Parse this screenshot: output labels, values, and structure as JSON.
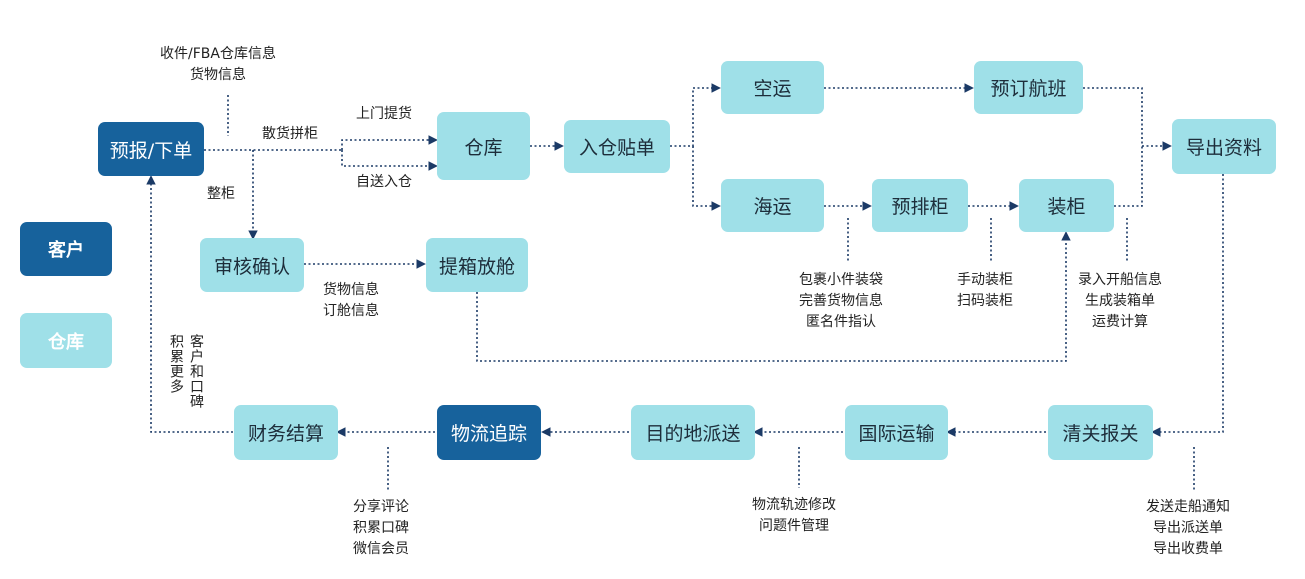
{
  "legend": {
    "customer": "客户",
    "warehouse": "仓库"
  },
  "nodes": {
    "forecast": "预报/下单",
    "warehouse": "仓库",
    "inbound_label": "入仓贴单",
    "air": "空运",
    "book_flight": "预订航班",
    "export_docs": "导出资料",
    "sea": "海运",
    "pre_container": "预排柜",
    "load_container": "装柜",
    "review_confirm": "审核确认",
    "pickup_booking": "提箱放舱",
    "finance": "财务结算",
    "tracking": "物流追踪",
    "destination_delivery": "目的地派送",
    "intl_transport": "国际运输",
    "customs": "清关报关"
  },
  "edge_labels": {
    "pickup": "上门提货",
    "self_delivery": "自送入仓",
    "lcl": "散货拼柜",
    "fcl": "整柜",
    "review_notes": [
      "货物信息",
      "订舱信息"
    ]
  },
  "notes": {
    "forecast": [
      "收件/FBA仓库信息",
      "货物信息"
    ],
    "pre_container": [
      "包裹小件装袋",
      "完善货物信息",
      "匿名件指认"
    ],
    "manual_load": [
      "手动装柜",
      "扫码装柜"
    ],
    "load_container": [
      "录入开船信息",
      "生成装箱单",
      "运费计算"
    ],
    "customs": [
      "发送走船通知",
      "导出派送单",
      "导出收费单"
    ],
    "tracking": [
      "物流轨迹修改",
      "问题件管理"
    ],
    "finance": [
      "分享评论",
      "积累口碑",
      "微信会员"
    ],
    "return_vertical": [
      "客户和口碑",
      "积累更多"
    ]
  },
  "colors": {
    "customer": "#17629c",
    "warehouse": "#9fe0e8",
    "arrow": "#1b3a66"
  }
}
